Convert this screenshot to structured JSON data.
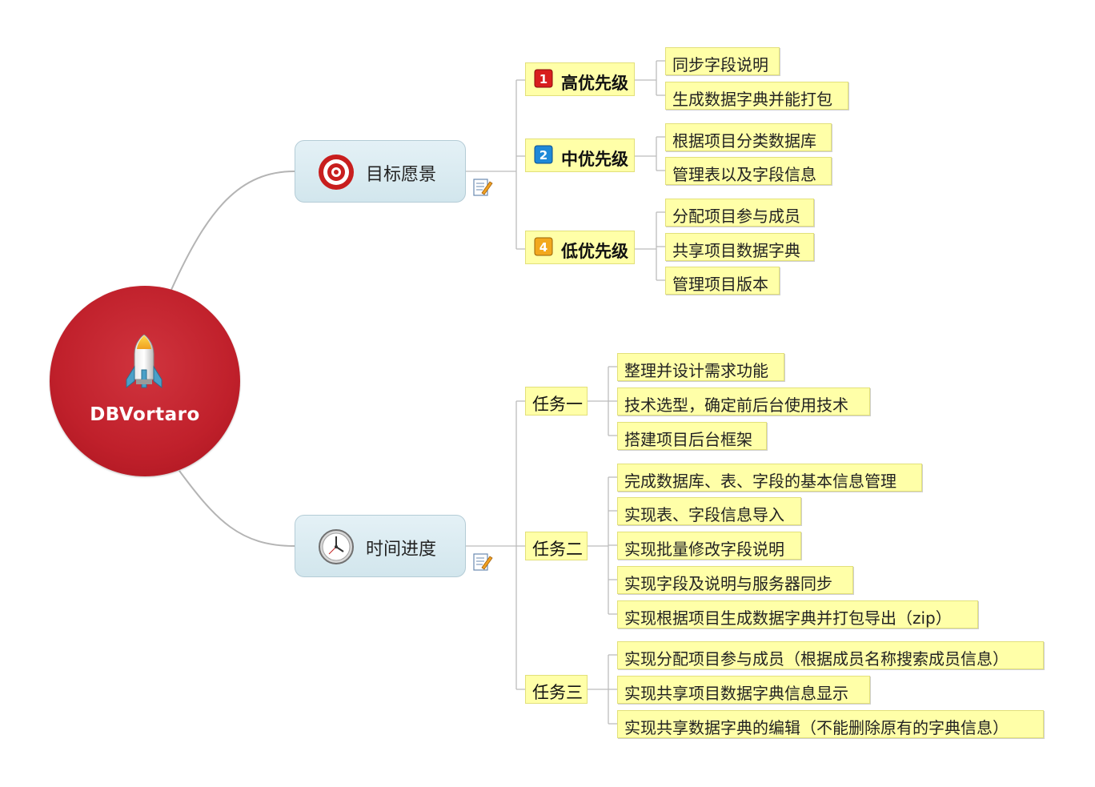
{
  "root": {
    "title": "DBVortaro",
    "icon": "rocket-icon"
  },
  "topics": [
    {
      "title": "目标愿景",
      "icon": "target-icon",
      "children": [
        {
          "title": "高优先级",
          "priority": "1",
          "badge_color": "#d81e1e",
          "children": [
            "同步字段说明",
            "生成数据字典并能打包"
          ]
        },
        {
          "title": "中优先级",
          "priority": "2",
          "badge_color": "#1e88d8",
          "children": [
            "根据项目分类数据库",
            "管理表以及字段信息"
          ]
        },
        {
          "title": "低优先级",
          "priority": "4",
          "badge_color": "#f2a81e",
          "children": [
            "分配项目参与成员",
            "共享项目数据字典",
            "管理项目版本"
          ]
        }
      ]
    },
    {
      "title": "时间进度",
      "icon": "clock-icon",
      "children": [
        {
          "title": "任务一",
          "children": [
            "整理并设计需求功能",
            "技术选型，确定前后台使用技术",
            "搭建项目后台框架"
          ]
        },
        {
          "title": "任务二",
          "children": [
            "完成数据库、表、字段的基本信息管理",
            "实现表、字段信息导入",
            "实现批量修改字段说明",
            "实现字段及说明与服务器同步",
            "实现根据项目生成数据字典并打包导出（zip）"
          ]
        },
        {
          "title": "任务三",
          "children": [
            "实现分配项目参与成员（根据成员名称搜索成员信息）",
            "实现共享项目数据字典信息显示",
            "实现共享数据字典的编辑（不能删除原有的字典信息）"
          ]
        }
      ]
    }
  ],
  "colors": {
    "root": "#c0202b",
    "topic_bg": "#d8eaf0",
    "note_bg": "#ffffa8",
    "line": "#b0b0b0"
  }
}
